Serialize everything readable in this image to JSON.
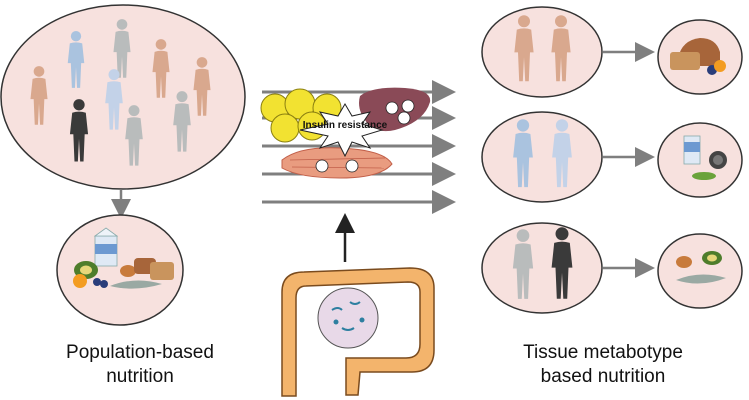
{
  "labels": {
    "population_line1": "Population-based",
    "population_line2": "nutrition",
    "tissue_line1": "Tissue metabotype",
    "tissue_line2": "based nutrition",
    "insulin_resistance": "Insulin resistance"
  },
  "icons": {
    "people": "person-silhouette-icon",
    "fat": "adipose-tissue-icon",
    "liver": "liver-icon",
    "muscle": "muscle-icon",
    "gut": "gut-microbiome-icon",
    "food": "food-icon"
  },
  "colors": {
    "circle_fill": "#f7e1de",
    "circle_stroke": "#333333",
    "arrow": "#7f7f7f",
    "gut": "#f3b46c",
    "fat": "#f2e231",
    "liver": "#8a4a57",
    "muscle": "#e99c80"
  }
}
